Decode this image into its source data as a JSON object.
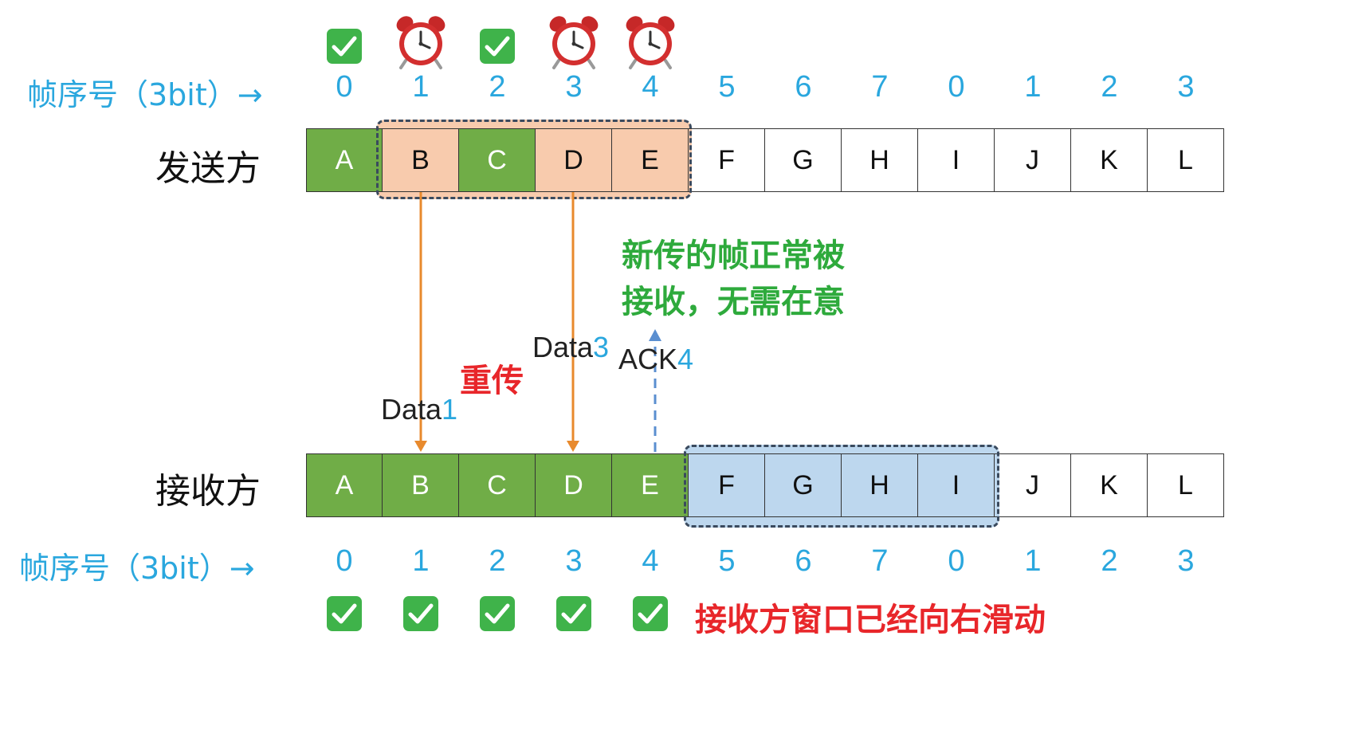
{
  "seq_label_top": "帧序号（3bit）→",
  "seq_label_bottom": "帧序号（3bit）→",
  "seq_numbers": [
    "0",
    "1",
    "2",
    "3",
    "4",
    "5",
    "6",
    "7",
    "0",
    "1",
    "2",
    "3"
  ],
  "sender_label": "发送方",
  "receiver_label": "接收方",
  "sender_frames": [
    "A",
    "B",
    "C",
    "D",
    "E",
    "F",
    "G",
    "H",
    "I",
    "J",
    "K",
    "L"
  ],
  "receiver_frames": [
    "A",
    "B",
    "C",
    "D",
    "E",
    "F",
    "G",
    "H",
    "I",
    "J",
    "K",
    "L"
  ],
  "top_status_icons": [
    "check-icon",
    "alarm-clock-icon",
    "check-icon",
    "alarm-clock-icon",
    "alarm-clock-icon"
  ],
  "bottom_status_icons": [
    "check-icon",
    "check-icon",
    "check-icon",
    "check-icon",
    "check-icon"
  ],
  "arrows": {
    "data1": {
      "prefix": "Data",
      "num": "1"
    },
    "data3": {
      "prefix": "Data",
      "num": "3"
    },
    "ack4": {
      "prefix": "ACK",
      "num": "4"
    }
  },
  "notes": {
    "retransmit": "重传",
    "new_frames_line1": "新传的帧正常被",
    "new_frames_line2": "接收，无需在意",
    "window_slid": "接收方窗口已经向右滑动"
  },
  "colors": {
    "received_green": "#70ad47",
    "sender_window_peach": "#f8cbad",
    "receiver_window_blue": "#bdd7ee",
    "seq_blue": "#2aa7de",
    "data_arrow_orange": "#e88a2d",
    "ack_arrow_blue": "#5b8fd0",
    "note_green": "#2eaa3c",
    "note_red": "#e8262a"
  }
}
